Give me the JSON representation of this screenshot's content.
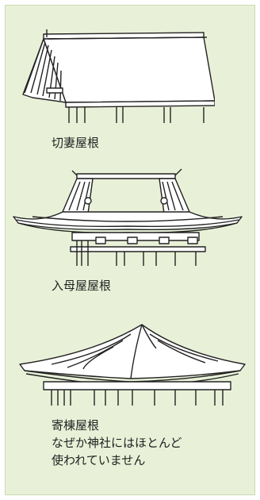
{
  "roofs": [
    {
      "caption": "切妻屋根"
    },
    {
      "caption": "入母屋屋根"
    },
    {
      "caption": "寄棟屋根"
    }
  ],
  "note": {
    "line1": "なぜか神社にはほとんど",
    "line2": "使われていません"
  },
  "colors": {
    "panel_bg": "#e8f1d8",
    "line": "#222222"
  },
  "icons": [
    "kirizuma-roof-illustration",
    "irimoya-roof-illustration",
    "yosemune-roof-illustration"
  ]
}
